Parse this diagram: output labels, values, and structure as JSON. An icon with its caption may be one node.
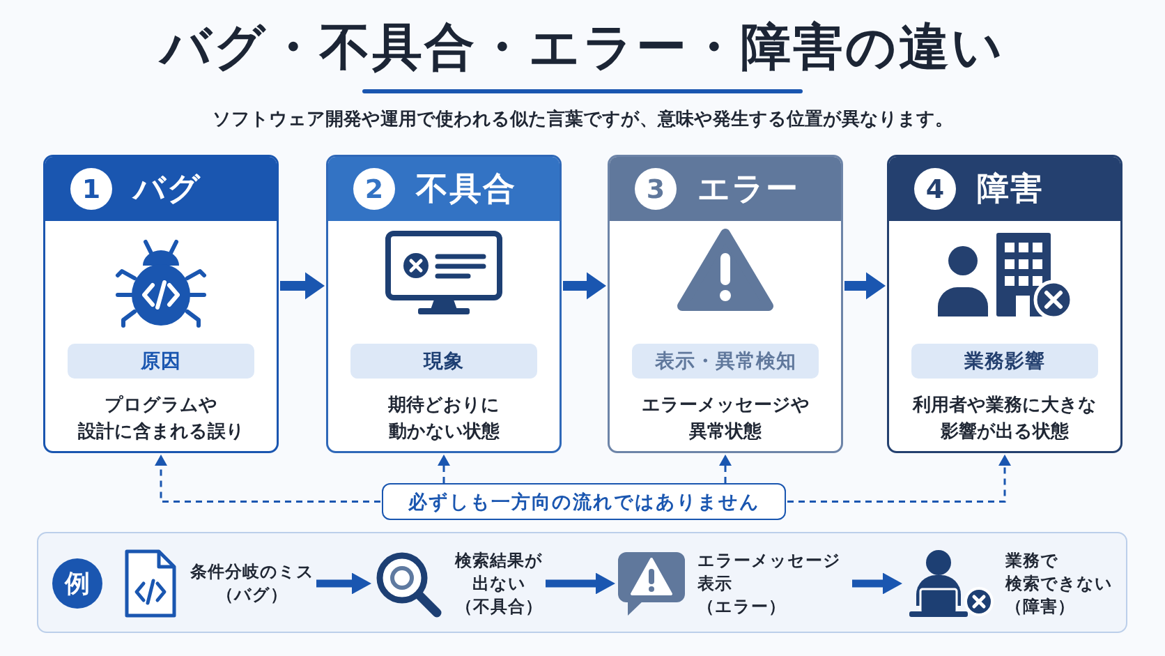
{
  "diagram": {
    "title": "バグ・不具合・エラー・障害の違い",
    "nodes": [
      {
        "text": [
          "1",
          "バグ",
          "原因",
          "プログラムや設計に含まれる誤り"
        ]
      },
      {
        "text": [
          "2",
          "不具合",
          "現象",
          "期待どおりに動かない状態"
        ]
      },
      {
        "text": [
          "3",
          "エラー",
          "表示・異常検知",
          "エラーメッセージや異常状態"
        ]
      },
      {
        "text": [
          "4",
          "障害",
          "業務影響",
          "利用者や業務に大きな影響が出る状態"
        ]
      },
      {
        "text": [
          "必ずしも一方向の流れではありません"
        ]
      },
      {
        "text": [
          "例"
        ]
      },
      {
        "text": [
          "条件分岐のミス",
          "（バグ）"
        ],
        "in": 5
      },
      {
        "text": [
          "検索結果が出ない",
          "（不具合）"
        ],
        "in": 5
      },
      {
        "text": [
          "エラーメッセージ表示",
          "（エラー）"
        ],
        "in": 5
      },
      {
        "text": [
          "業務で検索できない",
          "（障害）"
        ],
        "in": 5
      }
    ],
    "edges": [
      {
        "from": 0,
        "to": 1,
        "arrow": "to"
      },
      {
        "from": 1,
        "to": 2,
        "arrow": "to"
      },
      {
        "from": 2,
        "to": 3,
        "arrow": "to"
      },
      {
        "from": 4,
        "to": 0,
        "arrow": "to",
        "style": "dashed"
      },
      {
        "from": 4,
        "to": 1,
        "arrow": "to",
        "style": "dashed"
      },
      {
        "from": 4,
        "to": 2,
        "arrow": "to",
        "style": "dashed"
      },
      {
        "from": 4,
        "to": 3,
        "arrow": "to",
        "style": "dashed"
      },
      {
        "from": 6,
        "to": 7,
        "arrow": "to"
      },
      {
        "from": 7,
        "to": 8,
        "arrow": "to"
      },
      {
        "from": 8,
        "to": 9,
        "arrow": "to"
      }
    ],
    "labels": [
      "ソフトウェア開発や運用で使われる似た言葉ですが、意味や発生する位置が異なります。"
    ]
  }
}
